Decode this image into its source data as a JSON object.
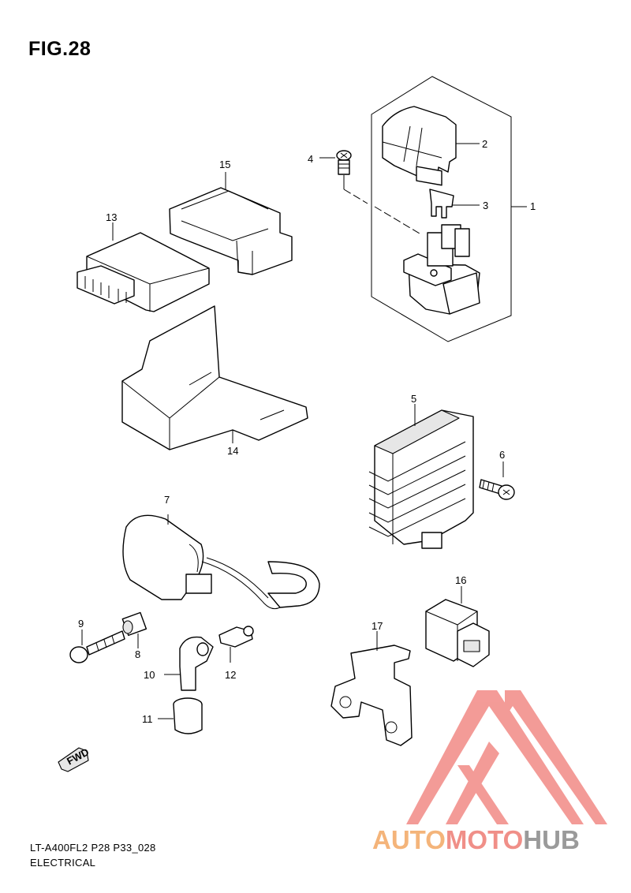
{
  "figure": {
    "title": "FIG.28"
  },
  "callouts": [
    {
      "id": "1",
      "label": "1"
    },
    {
      "id": "2",
      "label": "2"
    },
    {
      "id": "3",
      "label": "3"
    },
    {
      "id": "4",
      "label": "4"
    },
    {
      "id": "5",
      "label": "5"
    },
    {
      "id": "6",
      "label": "6"
    },
    {
      "id": "7",
      "label": "7"
    },
    {
      "id": "8",
      "label": "8"
    },
    {
      "id": "9",
      "label": "9"
    },
    {
      "id": "10",
      "label": "10"
    },
    {
      "id": "11",
      "label": "11"
    },
    {
      "id": "12",
      "label": "12"
    },
    {
      "id": "13",
      "label": "13"
    },
    {
      "id": "14",
      "label": "14"
    },
    {
      "id": "15",
      "label": "15"
    },
    {
      "id": "16",
      "label": "16"
    },
    {
      "id": "17",
      "label": "17"
    }
  ],
  "fwd_arrow": {
    "label": "FWD"
  },
  "footer": {
    "reference": "LT-A400FL2 P28 P33_028",
    "section": "ELECTRICAL"
  },
  "watermark": {
    "word1": "AUTO",
    "word2": "MOTO",
    "word3": "HUB",
    "colors": {
      "auto": "#f4b47a",
      "moto": "#f08f88",
      "hub": "#9a9a9a",
      "triangle": "#f28a86"
    }
  }
}
